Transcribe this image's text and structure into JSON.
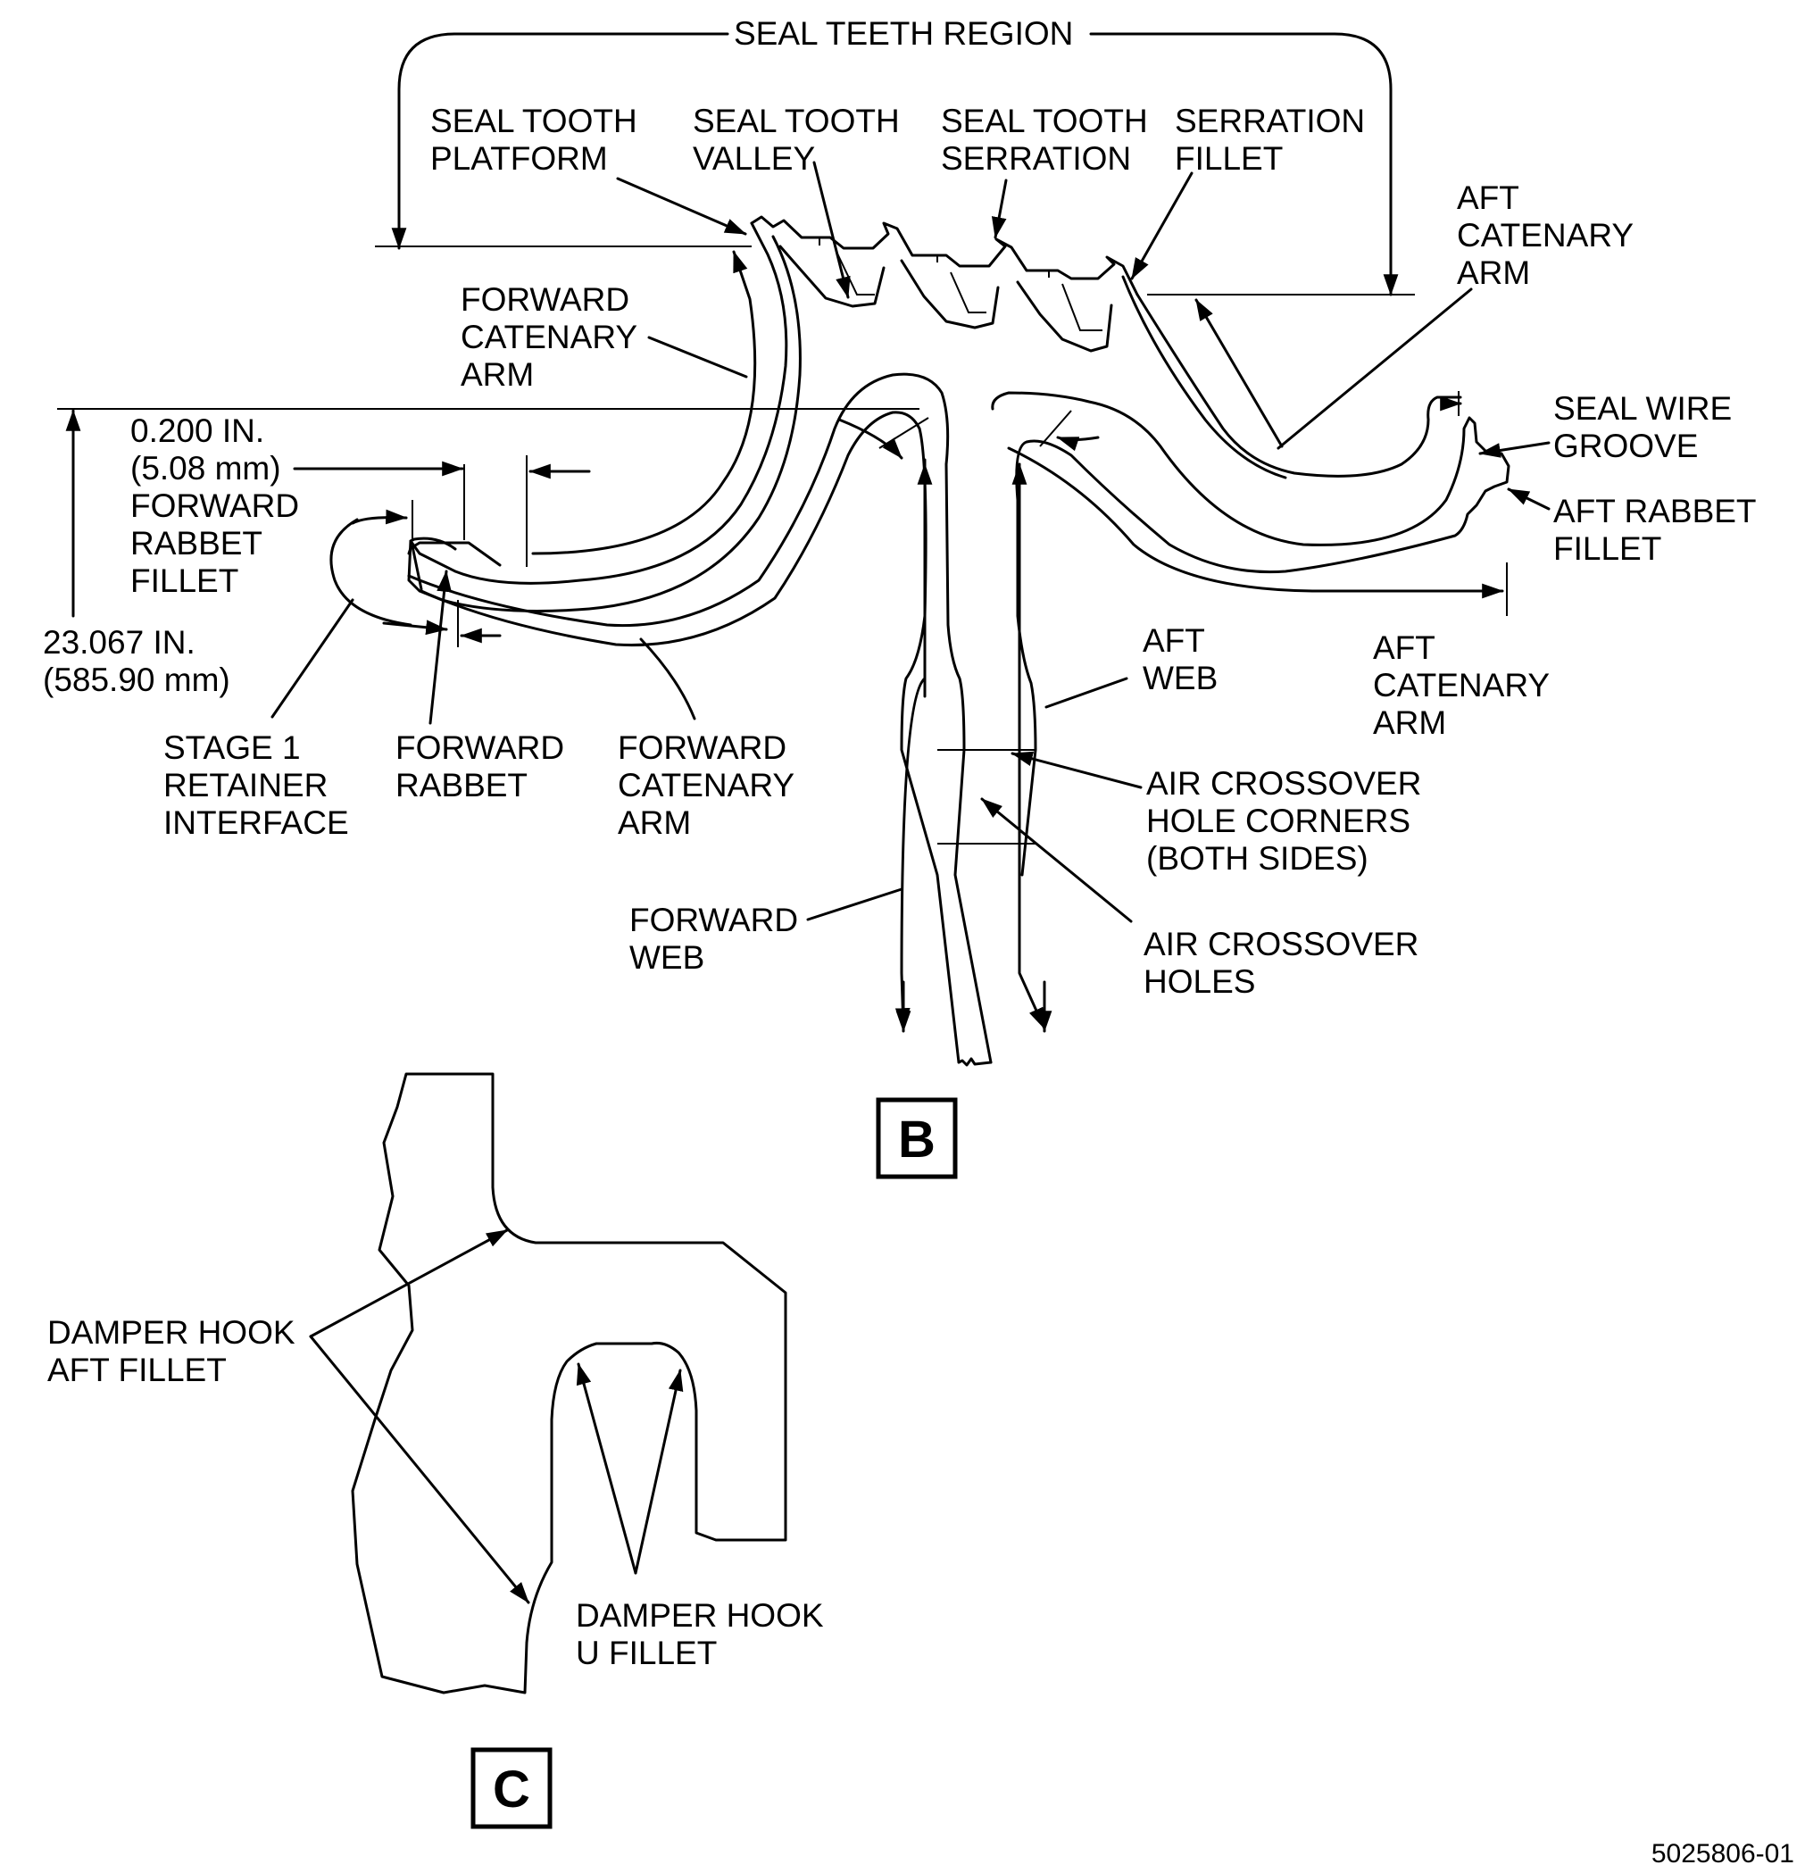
{
  "figure_id": "5025806-01",
  "view_b": {
    "letter": "B",
    "labels": {
      "seal_teeth_region": "SEAL TEETH REGION",
      "seal_tooth_platform": [
        "SEAL TOOTH",
        "PLATFORM"
      ],
      "seal_tooth_valley": [
        "SEAL TOOTH",
        "VALLEY"
      ],
      "seal_tooth_serration": [
        "SEAL TOOTH",
        "SERRATION"
      ],
      "serration_fillet": [
        "SERRATION",
        "FILLET"
      ],
      "aft_catenary_arm_top": [
        "AFT",
        "CATENARY",
        "ARM"
      ],
      "forward_catenary_arm_top": [
        "FORWARD",
        "CATENARY",
        "ARM"
      ],
      "seal_wire_groove": [
        "SEAL WIRE",
        "GROOVE"
      ],
      "aft_rabbet_fillet": [
        "AFT RABBET",
        "FILLET"
      ],
      "dimension_0200": [
        "0.200 IN.",
        "(5.08 mm)",
        "FORWARD",
        "RABBET",
        "FILLET"
      ],
      "dimension_23067": [
        "23.067 IN.",
        "(585.90 mm)"
      ],
      "aft_catenary_arm_bottom": [
        "AFT",
        "CATENARY",
        "ARM"
      ],
      "aft_web": [
        "AFT",
        "WEB"
      ],
      "stage1_retainer": [
        "STAGE 1",
        "RETAINER",
        "INTERFACE"
      ],
      "forward_rabbet": [
        "FORWARD",
        "RABBET"
      ],
      "forward_catenary_arm_bottom": [
        "FORWARD",
        "CATENARY",
        "ARM"
      ],
      "air_crossover_hole_corners": [
        "AIR CROSSOVER",
        "HOLE CORNERS",
        "(BOTH SIDES)"
      ],
      "forward_web": [
        "FORWARD",
        "WEB"
      ],
      "air_crossover_holes": [
        "AIR CROSSOVER",
        "HOLES"
      ]
    }
  },
  "view_c": {
    "letter": "C",
    "labels": {
      "damper_hook_aft_fillet": [
        "DAMPER HOOK",
        "AFT FILLET"
      ],
      "damper_hook_u_fillet": [
        "DAMPER HOOK",
        "U FILLET"
      ]
    }
  }
}
